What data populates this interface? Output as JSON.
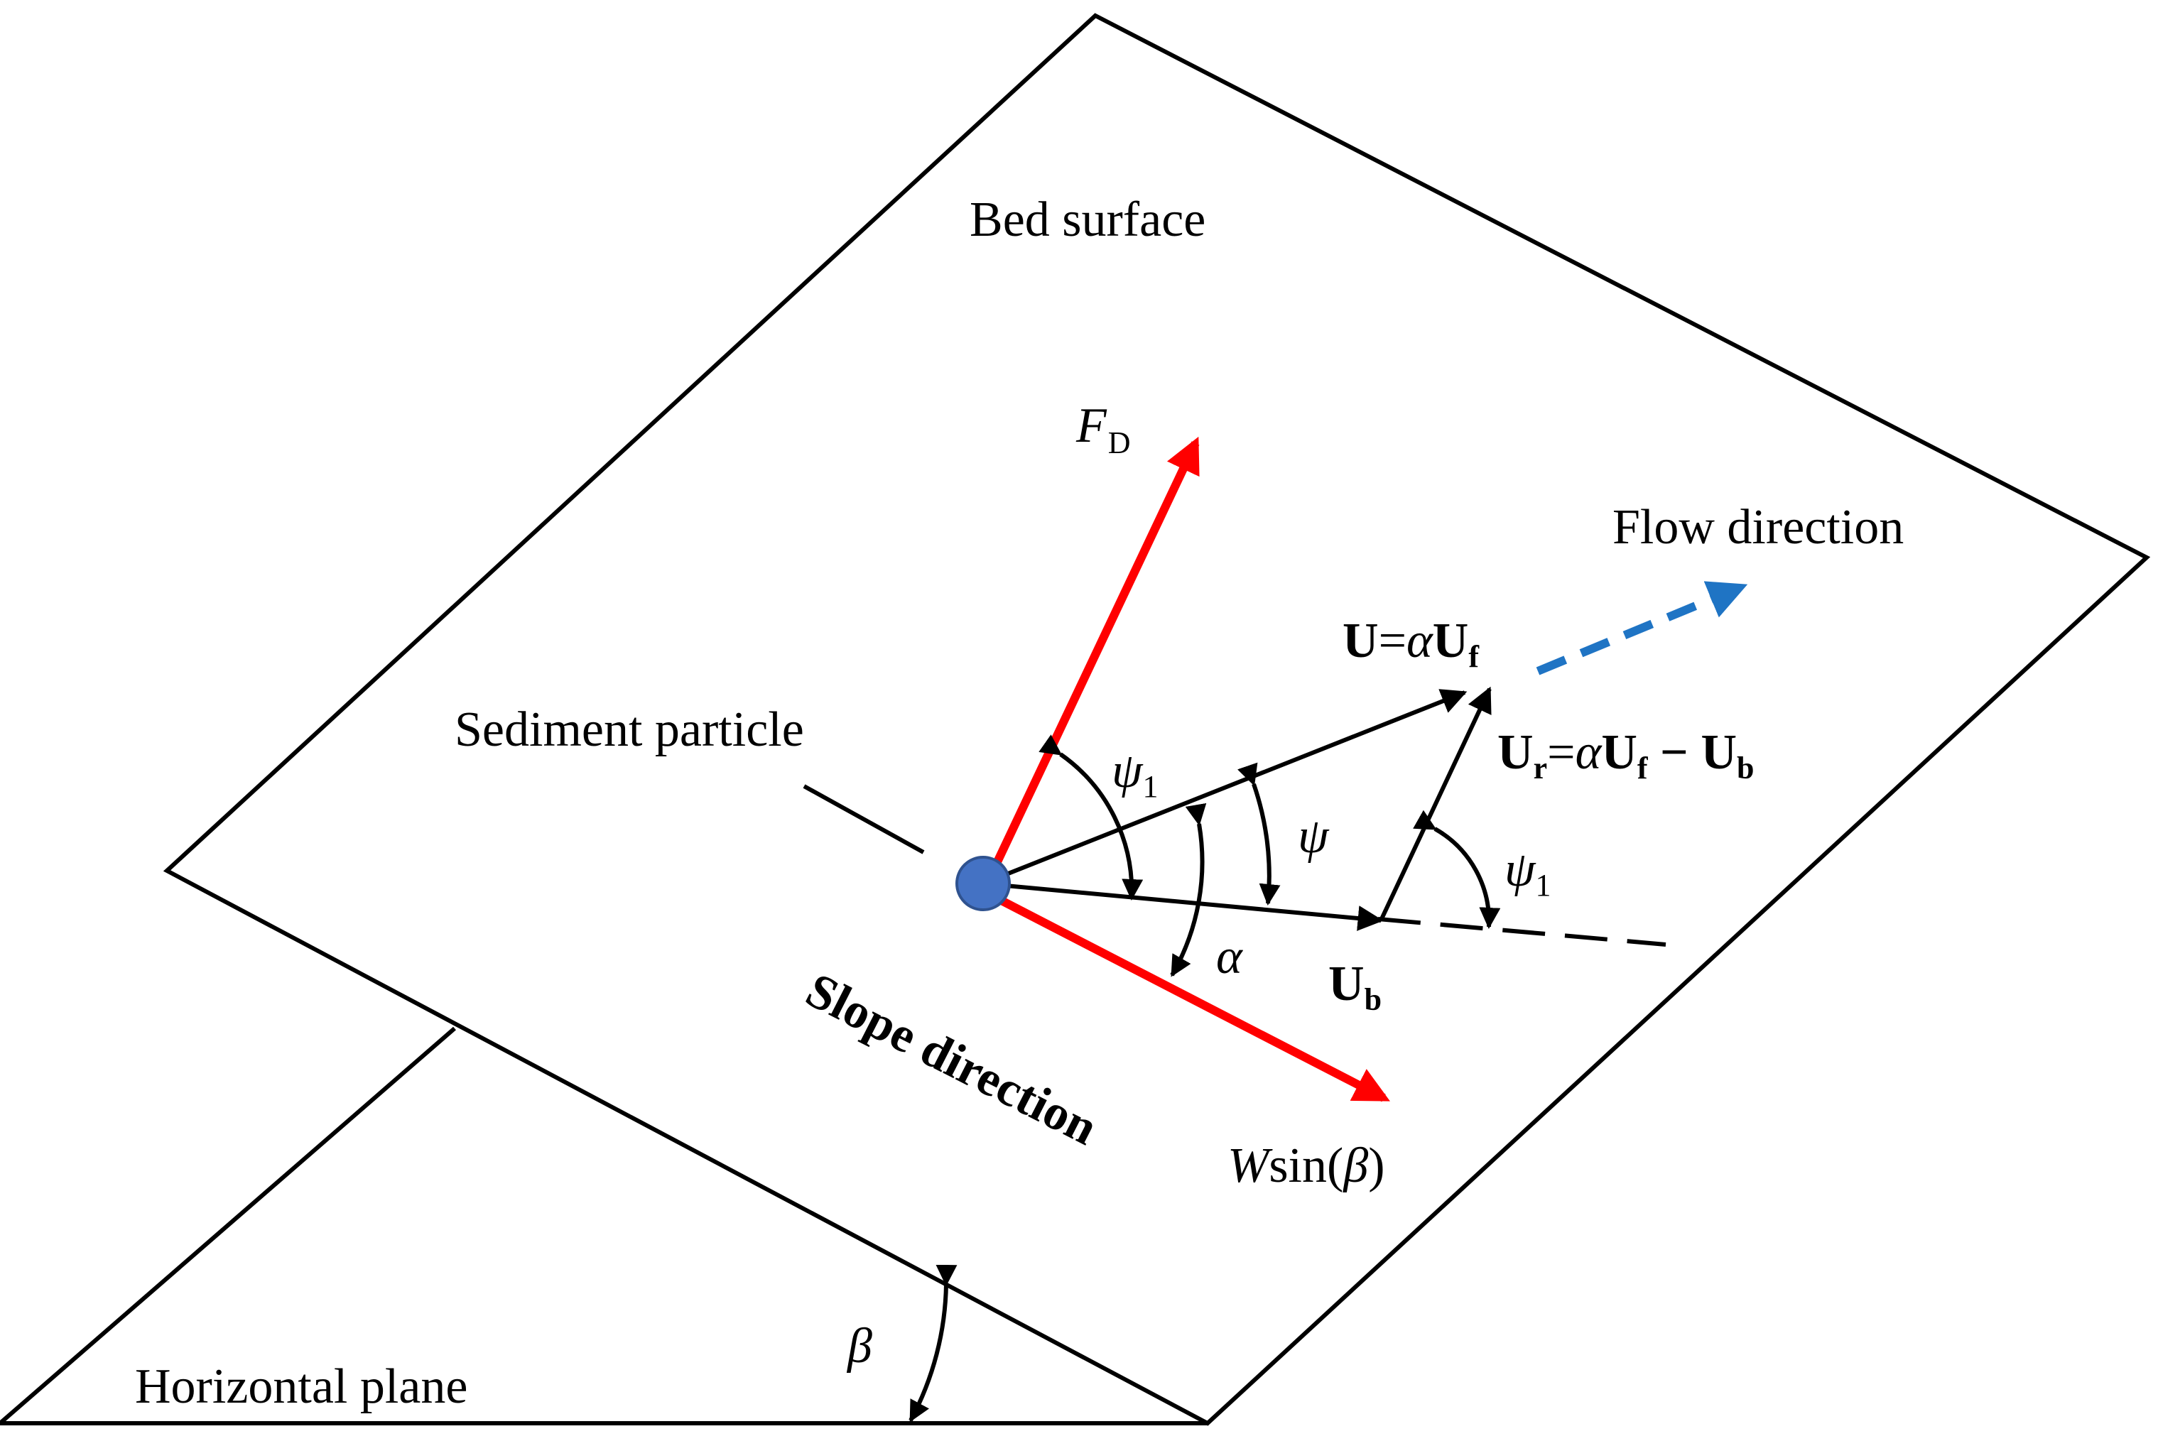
{
  "labels": {
    "bed_surface": "Bed surface",
    "horizontal_plane": "Horizontal plane",
    "sediment_particle": "Sediment particle",
    "flow_direction": "Flow direction",
    "slope_direction": "Slope direction",
    "drag_force": {
      "main": "F",
      "sub": "D"
    },
    "weight_component": {
      "italic": "W",
      "rest": "sin(",
      "greek": "β",
      "close": ")"
    },
    "u_equation": {
      "u": "U",
      "eq": "=",
      "alpha": "α",
      "uf": "U",
      "f": "f"
    },
    "ur_equation": {
      "u": "U",
      "r": "r",
      "eq": "=",
      "alpha": "α",
      "uf": "U",
      "f": "f",
      "minus": " − ",
      "ub": "U",
      "b": "b"
    },
    "ub": {
      "u": "U",
      "b": "b"
    },
    "psi1_upper": {
      "psi": "ψ",
      "sub": "1"
    },
    "psi1_right": {
      "psi": "ψ",
      "sub": "1"
    },
    "psi": "ψ",
    "alpha": "α",
    "beta": "β"
  },
  "colors": {
    "force_red": "#ff0000",
    "flow_blue": "#1f74c4",
    "particle_fill": "#4472c4",
    "particle_stroke": "#2f528f",
    "line_black": "#000000"
  }
}
